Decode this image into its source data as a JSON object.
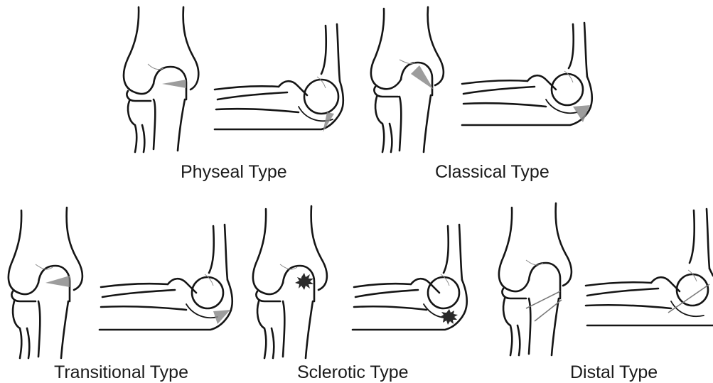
{
  "figure": {
    "panels": [
      {
        "id": "physeal",
        "label": "Physeal Type"
      },
      {
        "id": "classical",
        "label": "Classical Type"
      },
      {
        "id": "transitional",
        "label": "Transitional Type"
      },
      {
        "id": "sclerotic",
        "label": "Sclerotic Type"
      },
      {
        "id": "distal",
        "label": "Distal Type"
      }
    ]
  }
}
